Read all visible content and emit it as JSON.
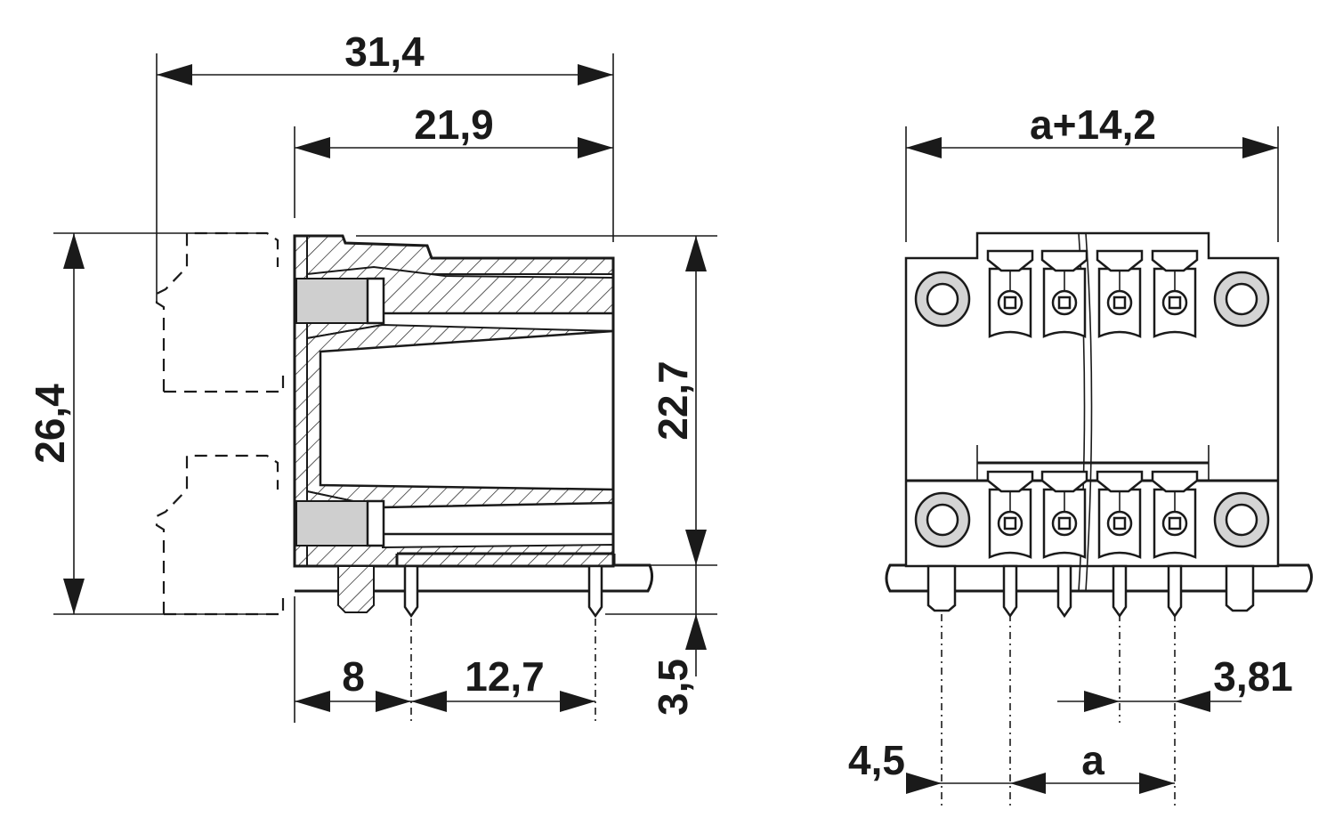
{
  "side_view": {
    "dim_overall_length": "31,4",
    "dim_body_length": "21,9",
    "dim_overall_height": "26,4",
    "dim_body_height": "22,7",
    "dim_pin_length": "3,5",
    "dim_first_pin_offset": "8",
    "dim_pin_spacing": "12,7"
  },
  "front_view": {
    "dim_total_width": "a+14,2",
    "dim_pitch": "3,81",
    "dim_edge_offset": "4,5",
    "dim_span": "a"
  }
}
